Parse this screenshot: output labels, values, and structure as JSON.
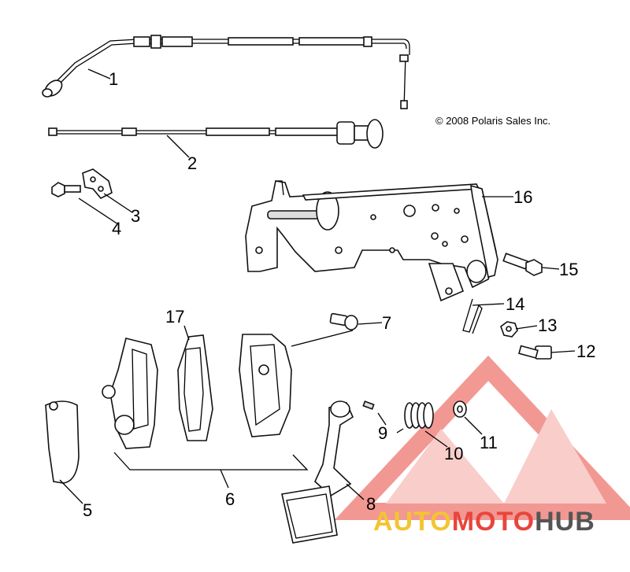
{
  "copyright": "© 2008 Polaris Sales Inc.",
  "watermark": {
    "part1": "AUTO",
    "part2": "MOTO",
    "part3": "HUB",
    "color_light": "#f4c430",
    "color_red": "#e8453c",
    "color_gray": "#555555"
  },
  "callouts": [
    "1",
    "2",
    "3",
    "4",
    "5",
    "6",
    "7",
    "8",
    "9",
    "10",
    "11",
    "12",
    "13",
    "14",
    "15",
    "16",
    "17"
  ]
}
